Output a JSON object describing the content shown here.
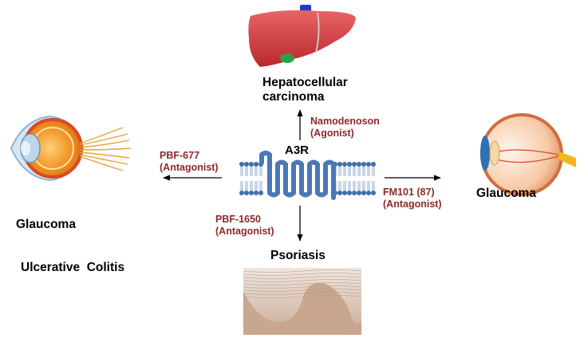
{
  "receptor": {
    "name": "A3R"
  },
  "targets": {
    "top": {
      "disease_line1": "Hepatocellular",
      "disease_line2": "carcinoma",
      "drug_name": "Namodenoson",
      "drug_action": "(Agonist)",
      "icon": "liver-icon"
    },
    "left": {
      "disease_line1": "Glaucoma",
      "disease_line2": "Ulcerative  Colitis",
      "drug_name": "PBF-677",
      "drug_action": "(Antagonist)",
      "icon": "eye-cross-section-icon"
    },
    "right": {
      "disease_line1": "Glaucoma",
      "drug_name": "FM101 (87)",
      "drug_action": "(Antagonist)",
      "icon": "eye-anatomy-icon"
    },
    "bottom": {
      "disease_line1": "Psoriasis",
      "drug_name": "PBF-1650",
      "drug_action": "(Antagonist)",
      "icon": "skin-layer-icon"
    }
  },
  "colors": {
    "drug_text": "#8b2a2a",
    "membrane": "#3f6fa8",
    "receptor": "#4a78b4",
    "liver": "#d9484a",
    "eye_iris": "#f08a1c"
  }
}
